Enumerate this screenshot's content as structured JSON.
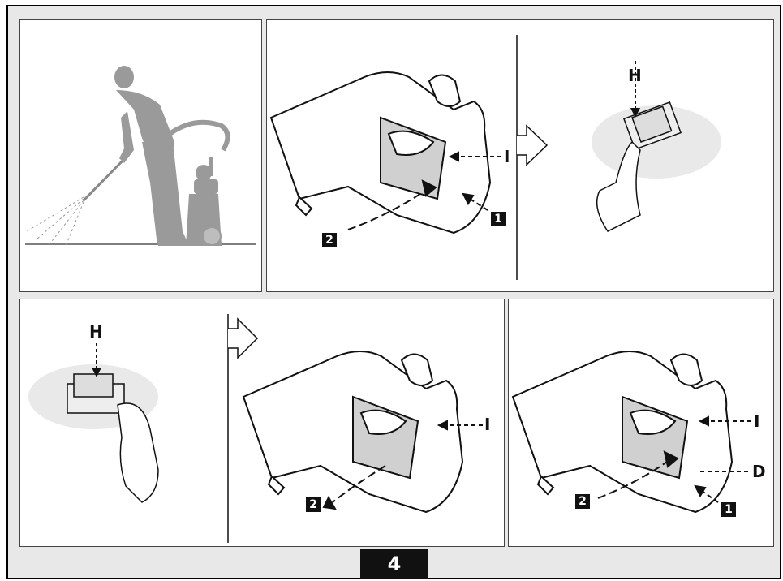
{
  "figure": {
    "number": "4"
  },
  "labels": {
    "switch": "H",
    "trigger_lock": "I",
    "trigger_release": "D",
    "step1": "1",
    "step2": "2"
  },
  "icons": {
    "operator": "person-spraying-icon",
    "gun": "spray-gun-icon",
    "switch": "on-off-switch-icon",
    "arrow": "next-step-arrow-icon"
  },
  "colors": {
    "background": "#e8e8e8",
    "silhouette": "#9a9a9a",
    "ink": "#111111"
  }
}
